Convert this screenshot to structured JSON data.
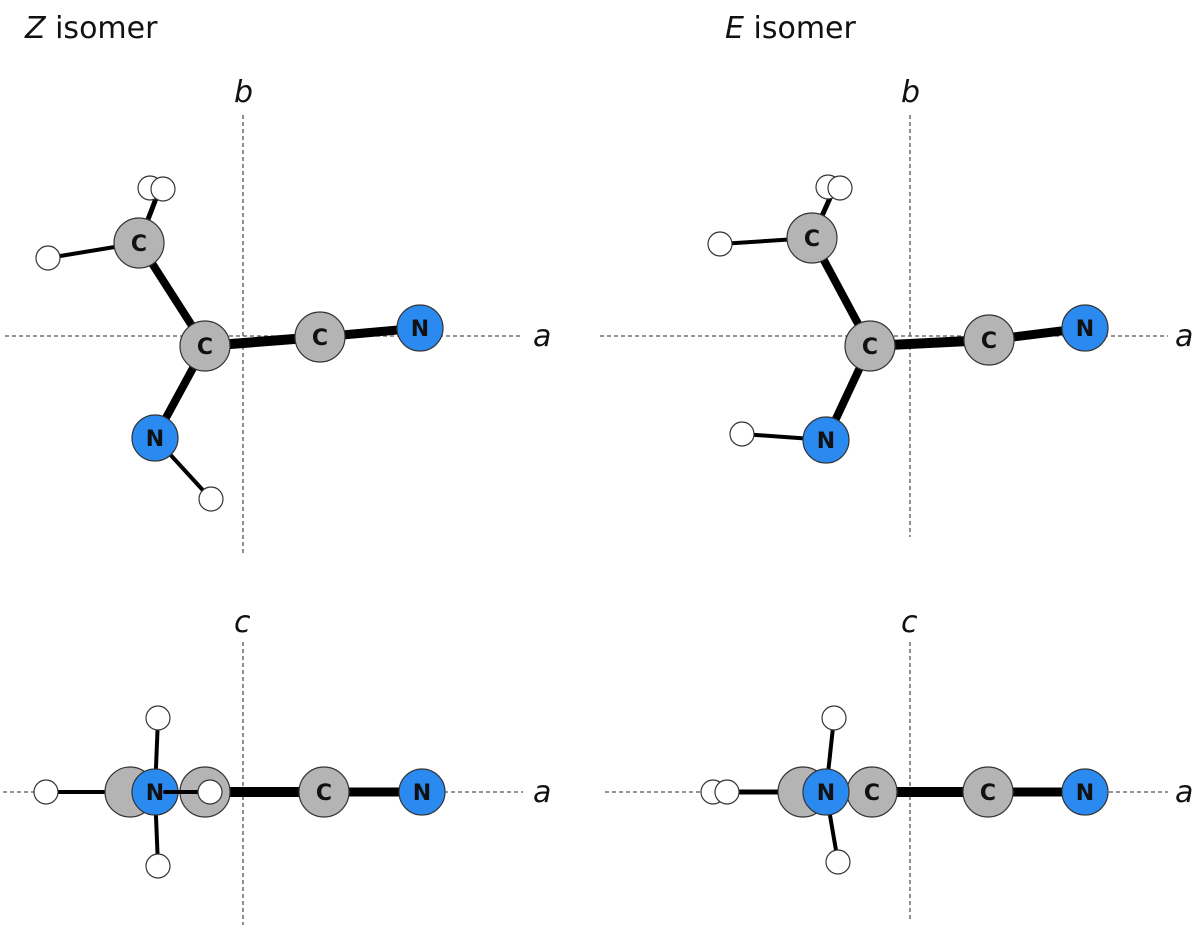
{
  "colors": {
    "carbon": "#b4b4b4",
    "nitrogen": "#2a8af0",
    "hydrogen": "#ffffff",
    "bond": "#000000",
    "axis": "#555555"
  },
  "panels": [
    {
      "name": "z-isomer",
      "title_italic": "Z",
      "title_rest": " isomer",
      "views": [
        {
          "name": "ab-view",
          "axes": [
            "b",
            "a"
          ]
        },
        {
          "name": "ac-view",
          "axes": [
            "c",
            "a"
          ]
        }
      ]
    },
    {
      "name": "e-isomer",
      "title_italic": "E",
      "title_rest": " isomer",
      "views": [
        {
          "name": "ab-view",
          "axes": [
            "b",
            "a"
          ]
        },
        {
          "name": "ac-view",
          "axes": [
            "c",
            "a"
          ]
        }
      ]
    }
  ],
  "atom_labels": {
    "C": "C",
    "N": "N"
  }
}
